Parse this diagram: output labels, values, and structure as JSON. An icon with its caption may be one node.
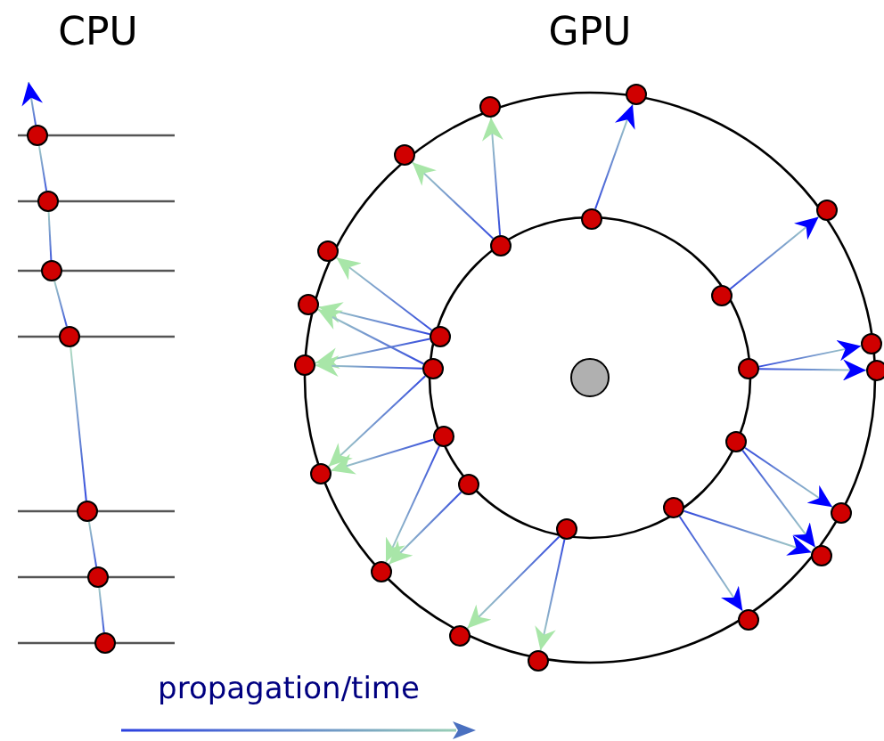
{
  "diagram": {
    "nodes": [
      {
        "text": [],
        "shape": "circle"
      },
      {
        "text": [],
        "shape": "circle"
      },
      {
        "text": [],
        "shape": "circle"
      },
      {
        "text": [],
        "shape": "circle"
      },
      {
        "text": [],
        "shape": "circle"
      },
      {
        "text": [],
        "shape": "circle"
      },
      {
        "text": [],
        "shape": "circle"
      },
      {
        "text": [],
        "shape": "circle"
      },
      {
        "text": [],
        "shape": "circle"
      },
      {
        "text": [],
        "shape": "circle"
      },
      {
        "text": [],
        "shape": "circle"
      },
      {
        "text": [],
        "shape": "circle"
      },
      {
        "text": [],
        "shape": "circle"
      },
      {
        "text": [],
        "shape": "circle"
      },
      {
        "text": [],
        "shape": "circle"
      },
      {
        "text": [],
        "shape": "circle"
      },
      {
        "text": [],
        "shape": "circle"
      },
      {
        "text": [],
        "shape": "circle"
      },
      {
        "text": [],
        "shape": "circle"
      },
      {
        "text": [],
        "shape": "circle"
      },
      {
        "text": [],
        "shape": "circle"
      },
      {
        "text": [],
        "shape": "circle"
      },
      {
        "text": [],
        "shape": "circle"
      },
      {
        "text": [],
        "shape": "circle"
      },
      {
        "text": [],
        "shape": "circle"
      },
      {
        "text": [],
        "shape": "circle"
      },
      {
        "text": [],
        "shape": "circle"
      },
      {
        "text": [],
        "shape": "circle"
      },
      {
        "text": [],
        "shape": "circle"
      },
      {
        "text": [],
        "shape": "circle"
      },
      {
        "text": [],
        "shape": "circle"
      },
      {
        "text": [],
        "shape": "circle"
      },
      {
        "text": [],
        "shape": "circle"
      },
      {
        "text": [],
        "shape": "circle"
      }
    ],
    "edges": [
      {
        "from": 6,
        "to": 5,
        "arrow": "none"
      },
      {
        "from": 5,
        "to": 4,
        "arrow": "none"
      },
      {
        "from": 4,
        "to": 3,
        "arrow": "none"
      },
      {
        "from": 3,
        "to": 2,
        "arrow": "none"
      },
      {
        "from": 2,
        "to": 1,
        "arrow": "none"
      },
      {
        "from": 1,
        "to": 0,
        "arrow": "none"
      },
      {
        "from": 0,
        "to": null,
        "arrow": "to"
      },
      {
        "from": 17,
        "to": 18,
        "arrow": "to",
        "color": "#a8e6a8"
      },
      {
        "from": 17,
        "to": 19,
        "arrow": "to",
        "color": "#a8e6a8"
      },
      {
        "from": 16,
        "to": 20,
        "arrow": "to",
        "color": "#a8e6a8"
      },
      {
        "from": 16,
        "to": 21,
        "arrow": "to",
        "color": "#a8e6a8"
      },
      {
        "from": 16,
        "to": 22,
        "arrow": "to",
        "color": "#a8e6a8"
      },
      {
        "from": 15,
        "to": 21,
        "arrow": "to",
        "color": "#a8e6a8"
      },
      {
        "from": 15,
        "to": 22,
        "arrow": "to",
        "color": "#a8e6a8"
      },
      {
        "from": 15,
        "to": 23,
        "arrow": "to",
        "color": "#a8e6a8"
      },
      {
        "from": 14,
        "to": 23,
        "arrow": "to",
        "color": "#a8e6a8"
      },
      {
        "from": 14,
        "to": 24,
        "arrow": "to",
        "color": "#a8e6a8"
      },
      {
        "from": 13,
        "to": 24,
        "arrow": "to",
        "color": "#a8e6a8"
      },
      {
        "from": 12,
        "to": 25,
        "arrow": "to",
        "color": "#a8e6a8"
      },
      {
        "from": 12,
        "to": 26,
        "arrow": "to",
        "color": "#a8e6a8"
      },
      {
        "from": 7,
        "to": 27,
        "arrow": "to"
      },
      {
        "from": 8,
        "to": 28,
        "arrow": "to"
      },
      {
        "from": 9,
        "to": 29,
        "arrow": "to"
      },
      {
        "from": 9,
        "to": 30,
        "arrow": "to"
      },
      {
        "from": 10,
        "to": 31,
        "arrow": "to"
      },
      {
        "from": 10,
        "to": 32,
        "arrow": "to"
      },
      {
        "from": 11,
        "to": 32,
        "arrow": "to"
      },
      {
        "from": 11,
        "to": 33,
        "arrow": "to"
      }
    ],
    "labels": [
      "CPU",
      "GPU",
      "propagation/time"
    ]
  }
}
